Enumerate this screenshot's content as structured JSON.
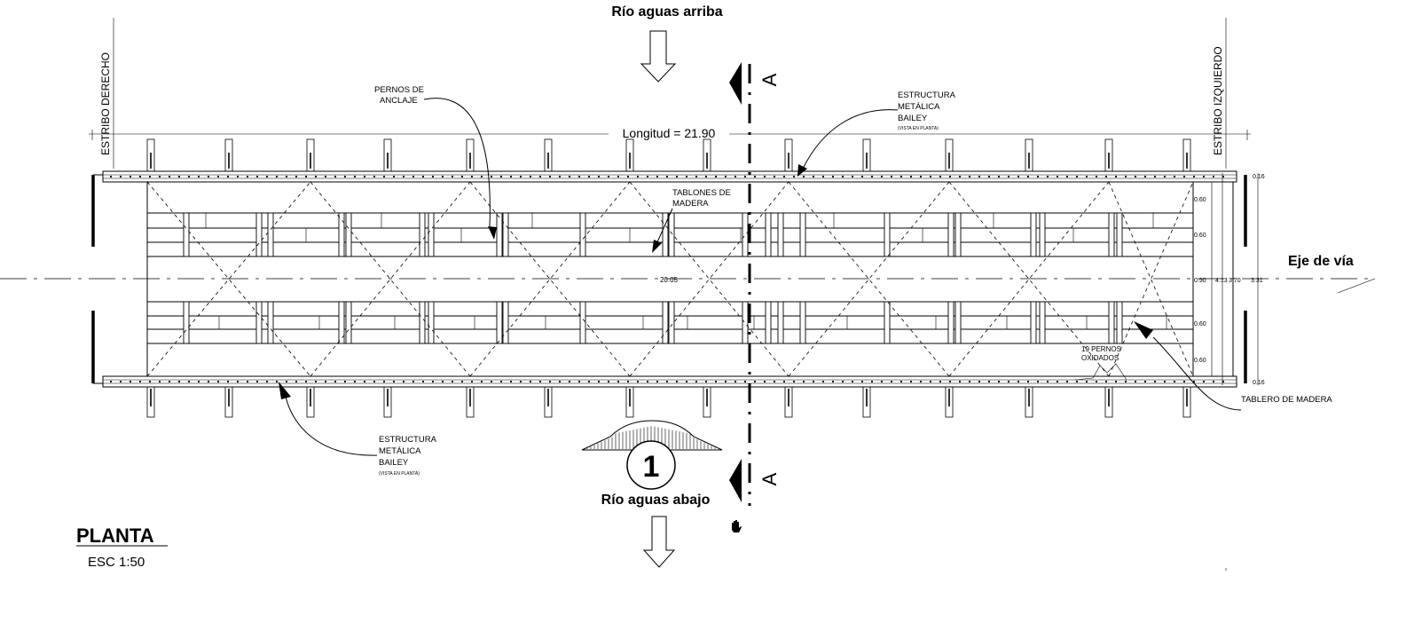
{
  "title": "PLANTA",
  "scale": "ESC  1:50",
  "upstream": "Río aguas arriba",
  "downstream": "Río aguas abajo",
  "abutment_right": "ESTRIBO  DERECHO",
  "abutment_left": "ESTRIBO  IZQUIERDO",
  "length_label": "Longitud  = 21.90",
  "road_axis": "Eje de vía",
  "section_mark": "A",
  "view_number": "1",
  "inner_length": "20.05",
  "labels": {
    "bolts": [
      "PERNOS DE",
      "ANCLAJE"
    ],
    "structure_top": [
      "ESTRUCTURA",
      "METÁLICA",
      "BAILEY",
      "(VISTA EN PLANTA)"
    ],
    "structure_bottom": [
      "ESTRUCTURA",
      "METÁLICA",
      "BAILEY",
      "(VISTA EN PLANTA)"
    ],
    "planks": [
      "TABLONES DE",
      "MADERA"
    ],
    "oxidized": [
      "19 PERNOS",
      "OXIDADOS"
    ],
    "deck": "TABLERO DE MADERA"
  },
  "dims_right": [
    "0.60",
    "0.60",
    "0.90",
    "0.60",
    "0.60"
  ],
  "dims_widths": [
    "4.13",
    "3.70",
    "3.31"
  ],
  "dims_edge": [
    "0.16",
    "0.16"
  ],
  "icons": [
    "arrow-down-icon",
    "section-flag-icon",
    "hand-cursor-icon"
  ]
}
